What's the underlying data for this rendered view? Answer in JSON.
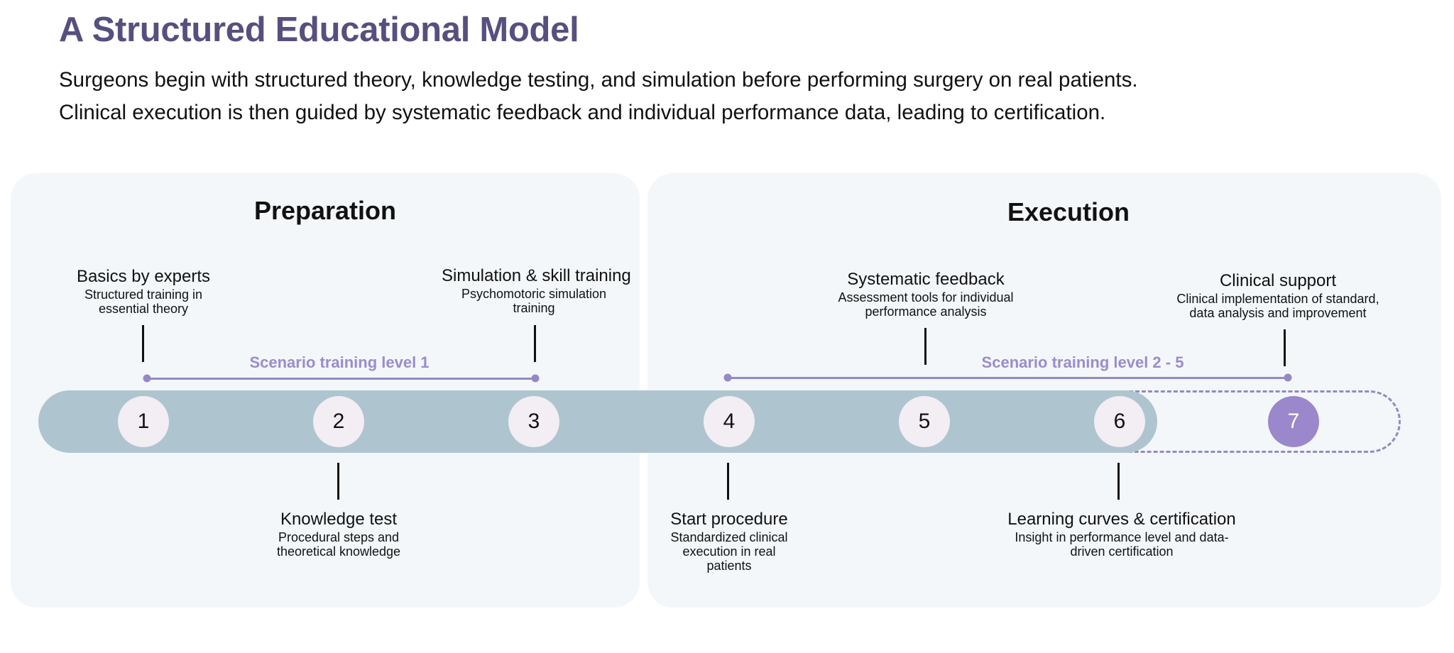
{
  "header": {
    "title": "A Structured Educational Model",
    "intro_line_1": "Surgeons begin with structured theory, knowledge testing, and simulation before performing surgery on real patients.",
    "intro_line_2": "Clinical execution is then guided by systematic feedback and individual performance data, leading to certification."
  },
  "phases": {
    "preparation": "Preparation",
    "execution": "Execution"
  },
  "levels": {
    "level_1": "Scenario training level 1",
    "level_2_5": "Scenario training level 2 - 5"
  },
  "steps": [
    {
      "number": "1",
      "title": "Basics by experts",
      "desc": "Structured training in essential theory"
    },
    {
      "number": "2",
      "title": "Knowledge test",
      "desc": "Procedural steps and theoretical knowledge"
    },
    {
      "number": "3",
      "title": "Simulation & skill training",
      "desc": "Psychomotoric simulation training"
    },
    {
      "number": "4",
      "title": "Start procedure",
      "desc": "Standardized clinical execution in real patients"
    },
    {
      "number": "5",
      "title": "Systematic feedback",
      "desc": "Assessment tools for individual performance analysis"
    },
    {
      "number": "6",
      "title": "Learning curves & certification",
      "desc": "Insight in performance level and data-driven certification"
    },
    {
      "number": "7",
      "title": "Clinical support",
      "desc": "Clinical implementation of standard, data analysis and improvement"
    }
  ],
  "colors": {
    "title": "#56507f",
    "panel_bg": "#f3f7fa",
    "rail": "#aec5cf",
    "accent": "#9688c6",
    "circle": "#f3edf4",
    "highlight_circle": "#9b87cb"
  }
}
